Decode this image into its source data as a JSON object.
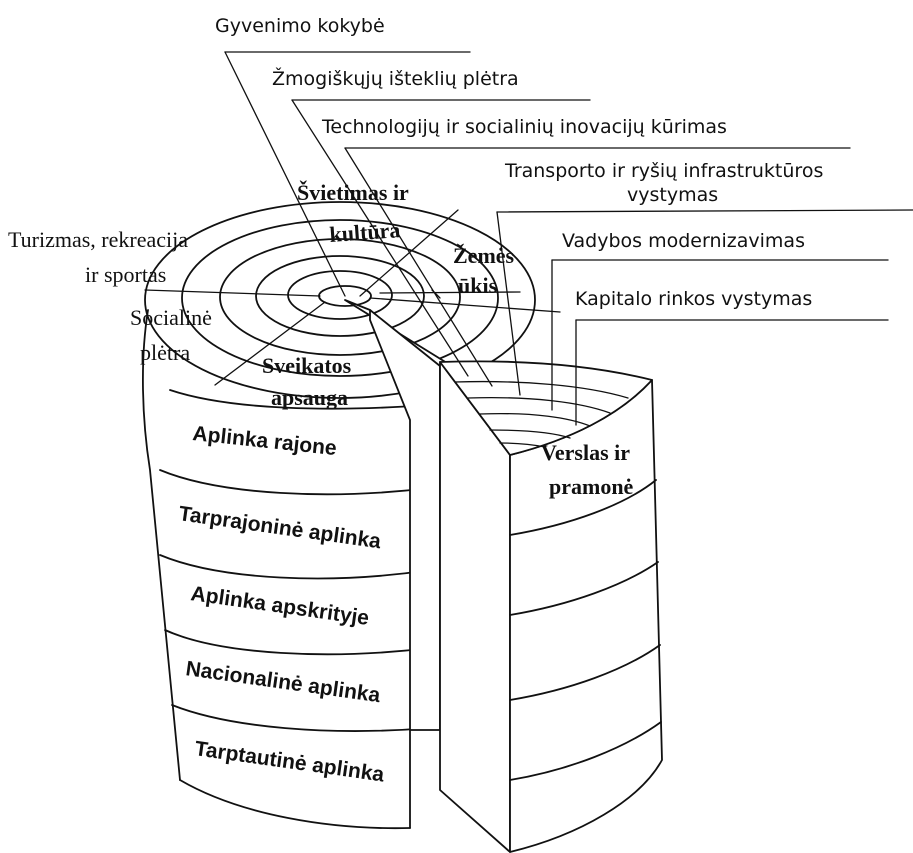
{
  "callouts": {
    "gyvenimo": "Gyvenimo kokybė",
    "zmogiskuju": "Žmogiškųjų išteklių plėtra",
    "technologiju": "Technologijų ir socialinių inovacijų kūrimas",
    "transporto_1": "Transporto ir ryšių infrastruktūros",
    "transporto_2": "vystymas",
    "vadybos": "Vadybos modernizavimas",
    "kapitalo": "Kapitalo rinkos vystymas"
  },
  "sectors": {
    "svietimas_1": "Švietimas ir",
    "svietimas_2": "kultūra",
    "turizmas_1": "Turizmas, rekreacija",
    "turizmas_2": "ir sportas",
    "zemes_1": "Žemės",
    "zemes_2": "ūkis",
    "socialine_1": "Socialinė",
    "socialine_2": "plėtra",
    "sveikatos_1": "Sveikatos",
    "sveikatos_2": "apsauga",
    "verslas_1": "Verslas ir",
    "verslas_2": "pramonė"
  },
  "bands": [
    "Aplinka rajone",
    "Tarprajoninė aplinka",
    "Aplinka apskrityje",
    "Nacionalinė aplinka",
    "Tarptautinė aplinka"
  ]
}
